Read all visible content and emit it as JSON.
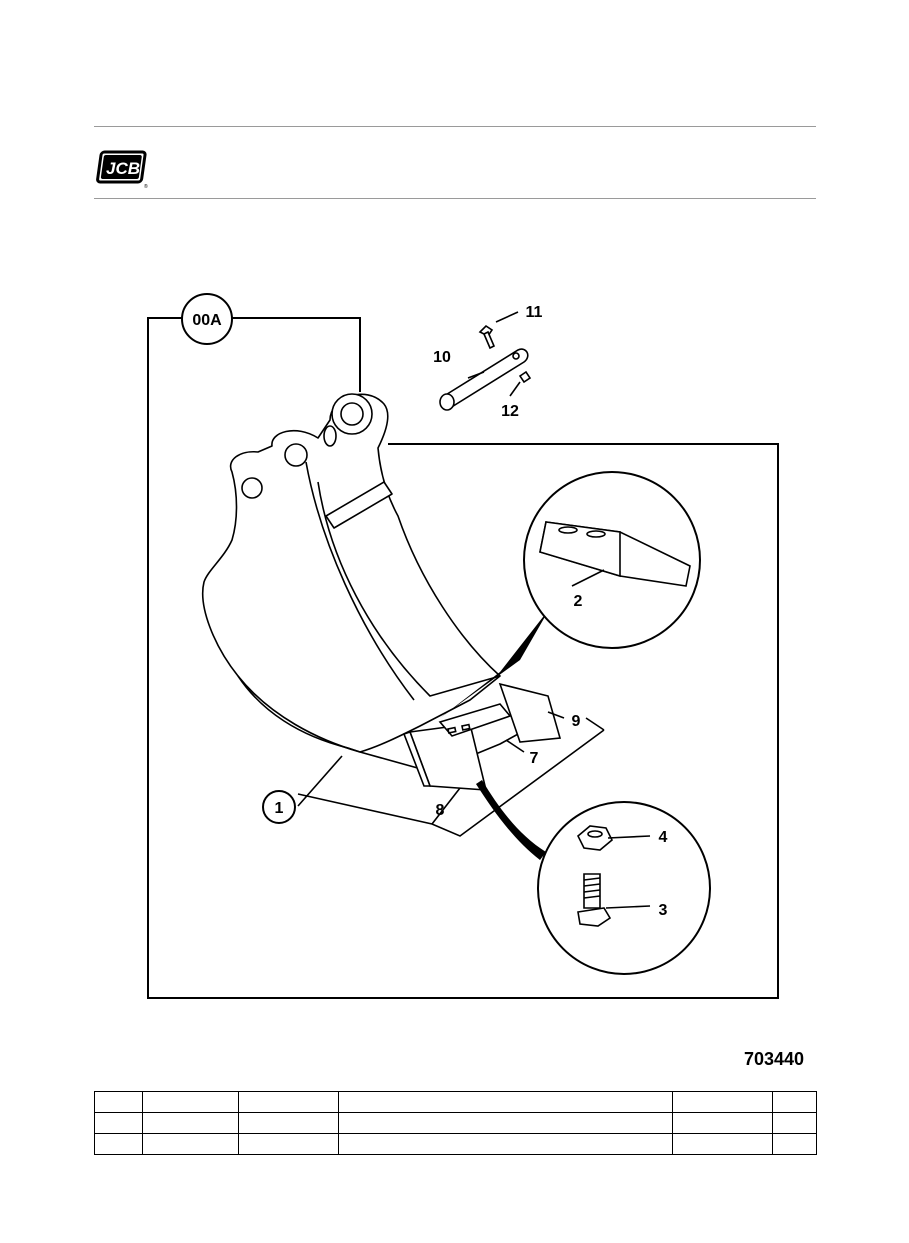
{
  "header": {
    "logo_text": "JCB"
  },
  "diagram": {
    "group_code": "00A",
    "reference_number": "703440",
    "callouts": {
      "c1": "1",
      "c2": "2",
      "c3": "3",
      "c4": "4",
      "c7": "7",
      "c8": "8",
      "c9": "9",
      "c10": "10",
      "c11": "11",
      "c12": "12"
    }
  },
  "parts_table": {
    "rows": [
      [
        "",
        "",
        "",
        "",
        "",
        ""
      ],
      [
        "",
        "",
        "",
        "",
        "",
        ""
      ],
      [
        "",
        "",
        "",
        "",
        "",
        ""
      ]
    ]
  }
}
